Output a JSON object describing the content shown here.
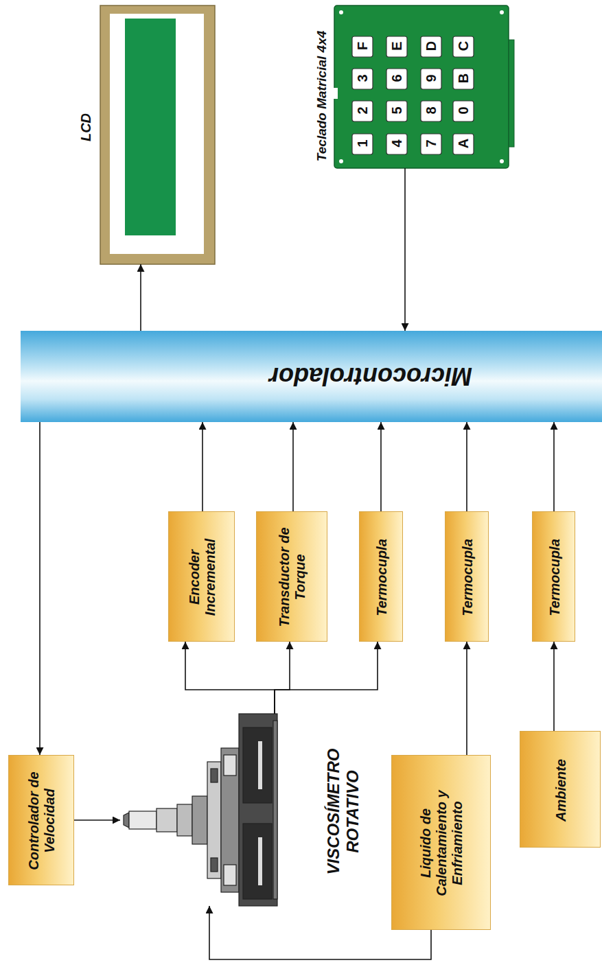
{
  "diagram": {
    "nodes": [
      {
        "text": [
          "LCD"
        ]
      },
      {
        "text": [
          "Teclado Matricial 4x4"
        ]
      },
      {
        "text": [
          "Microcontrolador"
        ]
      },
      {
        "text": [
          "Encoder Incremental"
        ]
      },
      {
        "text": [
          "Transductor de Torque"
        ]
      },
      {
        "text": [
          "Termocupla"
        ]
      },
      {
        "text": [
          "Termocupla"
        ]
      },
      {
        "text": [
          "Termocupla"
        ]
      },
      {
        "text": [
          "Controlador de Velocidad"
        ]
      },
      {
        "text": [
          "VISCOSÍMETRO ROTATIVO"
        ]
      },
      {
        "text": [
          "Liquido de Calentamiento y Enfriamiento"
        ]
      },
      {
        "text": [
          "Ambiente"
        ]
      }
    ],
    "edges": [
      {
        "from": 2,
        "to": 0,
        "arrow": "to"
      },
      {
        "from": 1,
        "to": 2,
        "arrow": "to"
      },
      {
        "from": 3,
        "to": 2,
        "arrow": "to"
      },
      {
        "from": 4,
        "to": 2,
        "arrow": "to"
      },
      {
        "from": 5,
        "to": 2,
        "arrow": "to"
      },
      {
        "from": 6,
        "to": 2,
        "arrow": "to"
      },
      {
        "from": 7,
        "to": 2,
        "arrow": "to"
      },
      {
        "from": 2,
        "to": 8,
        "arrow": "to"
      },
      {
        "from": 8,
        "to": 9,
        "arrow": "to"
      },
      {
        "from": 9,
        "to": 3,
        "arrow": "to"
      },
      {
        "from": 9,
        "to": 4,
        "arrow": "to"
      },
      {
        "from": 9,
        "to": 5,
        "arrow": "to"
      },
      {
        "from": 10,
        "to": 6,
        "arrow": "to"
      },
      {
        "from": 11,
        "to": 7,
        "arrow": "to"
      },
      {
        "from": 10,
        "to": 9,
        "arrow": "to"
      }
    ],
    "labels": [
      "1",
      "2",
      "3",
      "F",
      "4",
      "5",
      "6",
      "E",
      "7",
      "8",
      "9",
      "D",
      "A",
      "0",
      "B",
      "C"
    ]
  }
}
